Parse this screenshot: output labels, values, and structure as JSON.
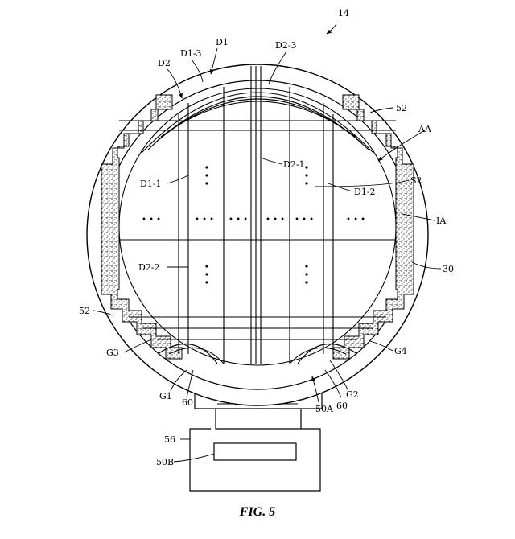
{
  "figure": {
    "ref_main": "14",
    "labels": {
      "d1": "D1",
      "d1_3": "D1-3",
      "d2_3": "D2-3",
      "d2": "D2",
      "r52_top": "52",
      "aa": "AA",
      "d2_1": "D2-1",
      "d1_1": "D1-1",
      "s2": "S2",
      "d1_2": "D1-2",
      "ia": "IA",
      "d2_2": "D2-2",
      "r30": "30",
      "r52_left": "52",
      "g3": "G3",
      "g4": "G4",
      "g1": "G1",
      "g2": "G2",
      "r60_left": "60",
      "r60_right": "60",
      "r50a": "50A",
      "r56": "56",
      "r50b": "50B"
    },
    "ellipsis": "• • •",
    "caption": "FIG. 5"
  }
}
